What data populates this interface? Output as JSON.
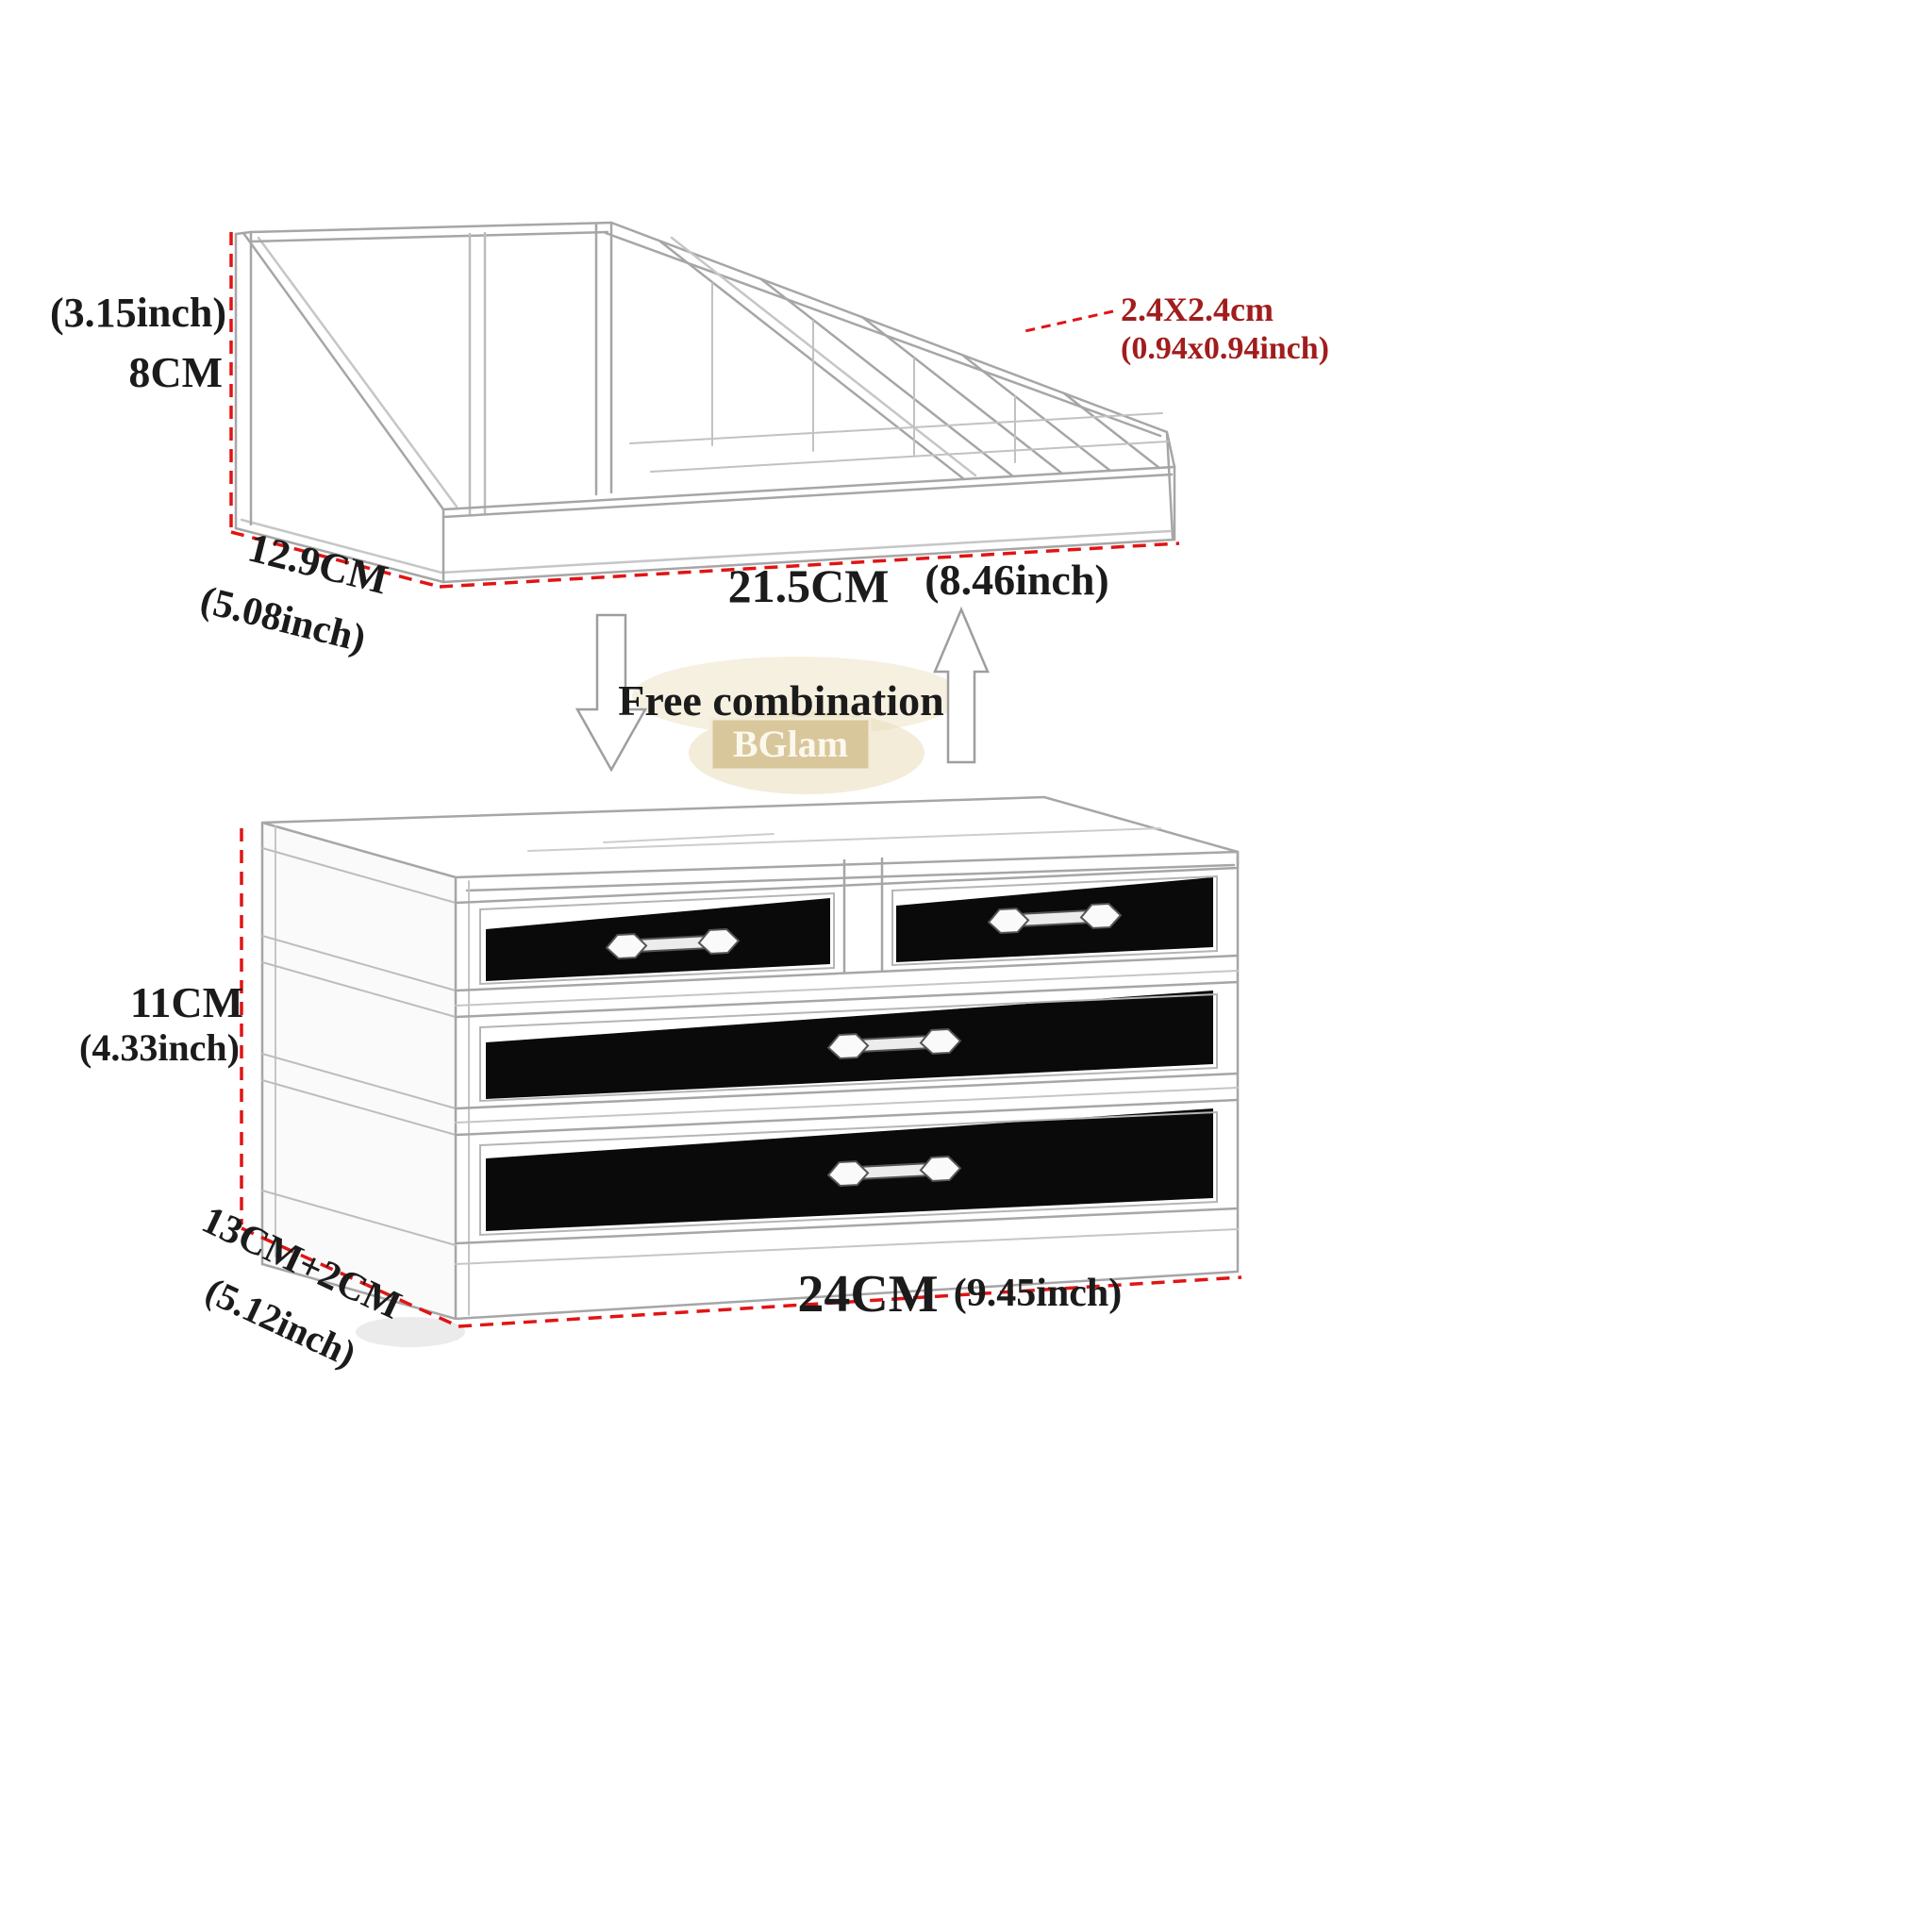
{
  "title": "Acrylic cosmetic organizer size diagram",
  "top_unit": {
    "height_inch": "(3.15inch)",
    "height_cm": "8CM",
    "depth_cm": "12.9CM",
    "depth_inch": "(5.08inch)",
    "width_cm": "21.5CM",
    "width_inch": "(8.46inch)",
    "slot_size_cm": "2.4X2.4cm",
    "slot_size_inch": "(0.94x0.94inch)"
  },
  "middle": {
    "label": "Free combination",
    "watermark": "BGlam"
  },
  "bottom_unit": {
    "height_cm": "11CM",
    "height_inch": "(4.33inch)",
    "depth_cm": "13CM+2CM",
    "depth_inch": "(5.12inch)",
    "width_cm": "24CM",
    "width_inch": "(9.45inch)"
  },
  "colors": {
    "dimension_line_red": "#e11414",
    "annotation_red": "#a11d1d",
    "text_black": "#1b1b1b",
    "line_art_gray": "#a6a6a6",
    "drawer_liner_black": "#0a0a0a",
    "watermark_beige": "#d9c79c"
  }
}
